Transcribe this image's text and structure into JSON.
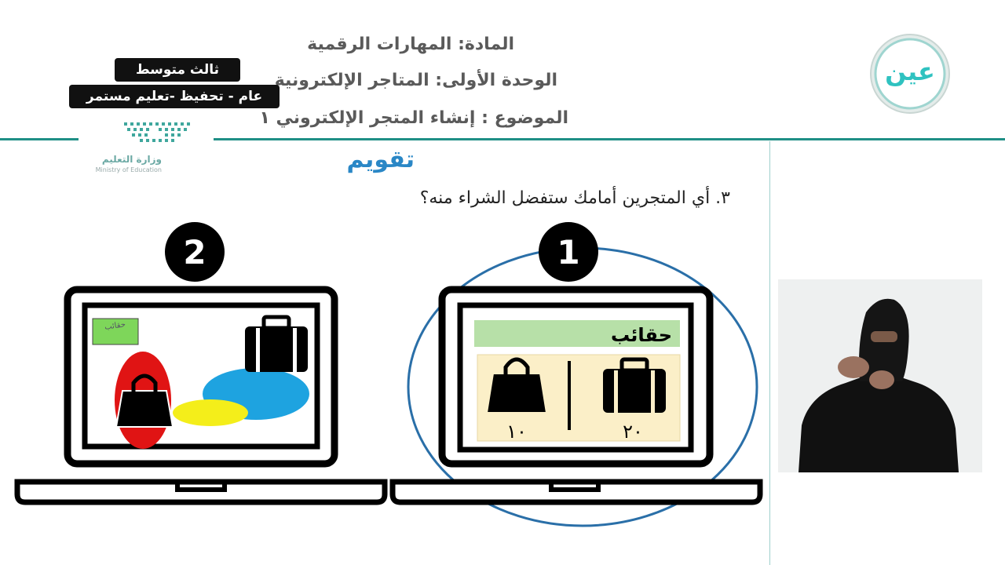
{
  "header": {
    "subject": "المادة: المهارات الرقمية",
    "unit": "الوحدة الأولى: المتاجر الإلكترونية",
    "topic": "الموضوع : إنشاء المتجر الإلكتروني ١",
    "grade": "ثالث متوسط",
    "tracks": "عام - تحفيظ -تعليم مستمر"
  },
  "logos": {
    "ministry_ar": "وزارة التعليم",
    "ministry_en": "Ministry of Education",
    "channel": "عين"
  },
  "section_title": "تقويم",
  "question": "٣.     أي المتجرين أمامك ستفضل الشراء منه؟",
  "stores": [
    {
      "number": "1",
      "banner": "حقائب",
      "products": [
        {
          "icon": "suitcase-icon",
          "price": "٢٠"
        },
        {
          "icon": "handbag-icon",
          "price": "١٠"
        }
      ]
    },
    {
      "number": "2",
      "banner": "حقائب"
    }
  ],
  "colors": {
    "teal": "#1f8f86",
    "title_blue": "#2a87c6",
    "banner_green": "#b7e0a8",
    "product_bg": "#fbefc8",
    "store2_blue": "#1ea3e0",
    "store2_yellow": "#f4ee1a",
    "store2_red": "#e01414",
    "store2_green": "#7ed65a",
    "circle_highlight": "#2a6fa8"
  }
}
